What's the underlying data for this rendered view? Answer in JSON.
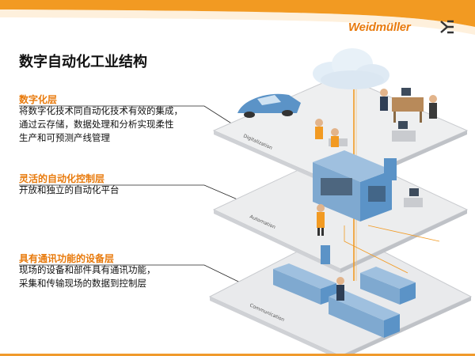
{
  "header": {
    "brand": "Weidmüller",
    "logo_icon": "weidmuller-logo-icon",
    "accent_color": "#f29a22"
  },
  "title": "数字自动化工业结构",
  "sections": [
    {
      "heading": "数字化层",
      "lines": [
        "将数字化技术同自动化技术有效的集成，",
        "通过云存储，数据处理和分析实现柔性",
        "生产和可预测产线管理"
      ]
    },
    {
      "heading": "灵活的自动化控制层",
      "lines": [
        "开放和独立的自动化平台"
      ]
    },
    {
      "heading": "具有通讯功能的设备层",
      "lines": [
        "现场的设备和部件具有通讯功能，",
        "采集和传输现场的数据到控制层"
      ]
    }
  ],
  "layers": [
    "Digitalization",
    "Automation",
    "Communication"
  ],
  "colors": {
    "heading": "#e87a0c",
    "platform": "#e9eaec",
    "machine": "#5b93c7",
    "cloud": "#e3eef7"
  }
}
